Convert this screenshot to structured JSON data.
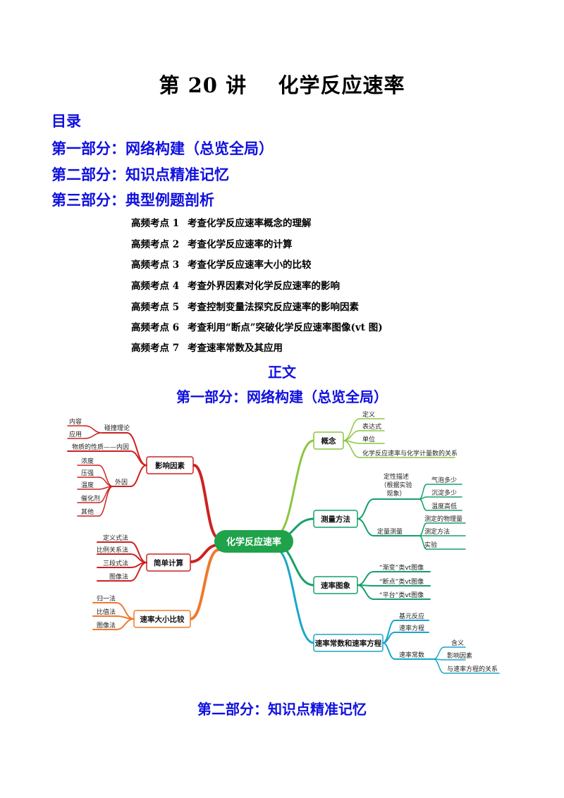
{
  "title": "第 20 讲    化学反应速率",
  "toc": {
    "heading": "目录",
    "parts": [
      "第一部分：网络构建（总览全局）",
      "第二部分：知识点精准记忆",
      "第三部分：典型例题剖析"
    ],
    "items": [
      {
        "num": "高频考点 1",
        "text": "考查化学反应速率概念的理解"
      },
      {
        "num": "高频考点 2",
        "text": "考查化学反应速率的计算"
      },
      {
        "num": "高频考点 3",
        "text": "考查化学反应速率大小的比较"
      },
      {
        "num": "高频考点 4",
        "text": "考查外界因素对化学反应速率的影响"
      },
      {
        "num": "高频考点 5",
        "text": "考查控制变量法探究反应速率的影响因素"
      },
      {
        "num": "高频考点 6",
        "text": "考查利用“断点”突破化学反应速率图像(vt 图)"
      },
      {
        "num": "高频考点 7",
        "text": "考查速率常数及其应用"
      }
    ]
  },
  "body_heading": "正文",
  "part1_heading": "第一部分：网络构建（总览全局）",
  "part2_heading": "第二部分：知识点精准记忆",
  "mindmap": {
    "center": "化学反应速率",
    "colors": {
      "red": "#cc2222",
      "orange": "#ee7a2e",
      "green": "#8cc63f",
      "teal": "#15a06a",
      "cyan": "#1aa6c8",
      "center": "#1fa24a"
    },
    "labels": {
      "yxys": "影响因素",
      "jdjs": "简单计算",
      "dxbj": "速率大小比较",
      "pzll": "碰撞理论",
      "nr": "内容",
      "yy": "应用",
      "wzxz": "物质的性质——内因",
      "wy": "外因",
      "nd": "浓度",
      "yq": "压强",
      "wd": "温度",
      "chj": "催化剂",
      "qt": "其他",
      "dysf": "定义式法",
      "blgx": "比例关系法",
      "sdsf": "三段式法",
      "txf": "图像法",
      "gyf": "归一法",
      "bzf": "比值法",
      "txf2": "图像法",
      "gn": "概念",
      "dy": "定义",
      "bds": "表达式",
      "dw": "单位",
      "hxgx": "化学反应速率与化学计量数的关系",
      "clff": "测量方法",
      "dxms": "定性描述",
      "gjsy": "（根据实验",
      "xx": "现象）",
      "qpdsh": "气泡多少",
      "cddsh": "沉淀多少",
      "wdgd": "温度高低",
      "dlcl": "定量测量",
      "cdwl": "测定的物理量",
      "cdff": "测定方法",
      "sy": "实验",
      "sltx": "速率图象",
      "jb": "“渐变”类vt图像",
      "dd": "“断点”类vt图像",
      "pt": "“平台”类vt图像",
      "slcs": "速率常数和速率方程",
      "jyfy": "基元反应",
      "slfc": "速率方程",
      "slcs2": "速率常数",
      "hy": "含义",
      "yxys2": "影响因素",
      "ysl": "与速率方程的关系"
    }
  }
}
